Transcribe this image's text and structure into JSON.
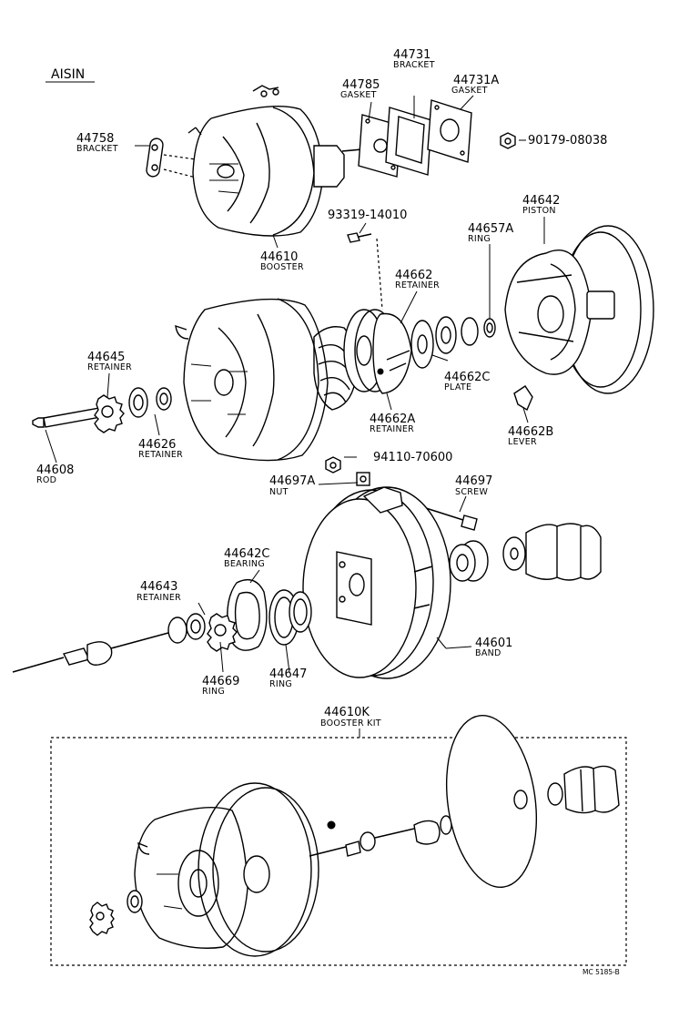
{
  "brand": "AISIN",
  "drawing_code": "MC 5185-B",
  "parts": {
    "p44758": {
      "number": "44758",
      "name": "BRACKET"
    },
    "p44785": {
      "number": "44785",
      "name": "GASKET"
    },
    "p44731": {
      "number": "44731",
      "name": "BRACKET"
    },
    "p44731A": {
      "number": "44731A",
      "name": "GASKET"
    },
    "p90179": {
      "number": "90179-08038"
    },
    "p44610": {
      "number": "44610",
      "name": "BOOSTER"
    },
    "p93319": {
      "number": "93319-14010"
    },
    "p44642": {
      "number": "44642",
      "name": "PISTON"
    },
    "p44657A": {
      "number": "44657A",
      "name": "RING"
    },
    "p44662": {
      "number": "44662",
      "name": "RETAINER"
    },
    "p44662C": {
      "number": "44662C",
      "name": "PLATE"
    },
    "p44662A": {
      "number": "44662A",
      "name": "RETAINER"
    },
    "p44662B": {
      "number": "44662B",
      "name": "LEVER"
    },
    "p44645": {
      "number": "44645",
      "name": "RETAINER"
    },
    "p44626": {
      "number": "44626",
      "name": "RETAINER"
    },
    "p44608": {
      "number": "44608",
      "name": "ROD"
    },
    "p94110": {
      "number": "94110-70600"
    },
    "p44697A": {
      "number": "44697A",
      "name": "NUT"
    },
    "p44697": {
      "number": "44697",
      "name": "SCREW"
    },
    "p44642C": {
      "number": "44642C",
      "name": "BEARING"
    },
    "p44643": {
      "number": "44643",
      "name": "RETAINER"
    },
    "p44669": {
      "number": "44669",
      "name": "RING"
    },
    "p44647": {
      "number": "44647",
      "name": "RING"
    },
    "p44601": {
      "number": "44601",
      "name": "BAND"
    },
    "p44610K": {
      "number": "44610K",
      "name": "BOOSTER KIT"
    }
  }
}
